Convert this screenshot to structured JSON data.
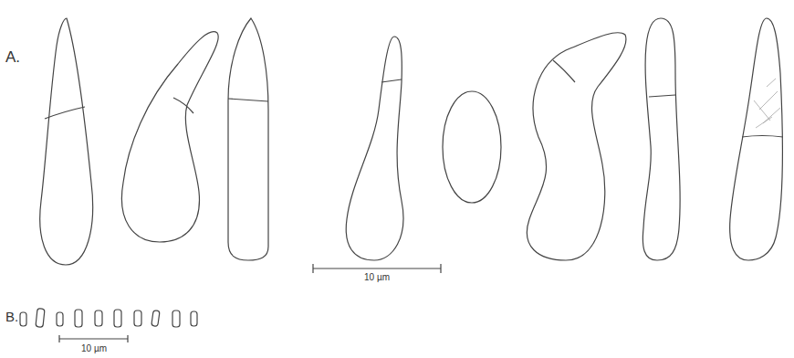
{
  "diagram": {
    "labels": [
      "A.",
      "10 µm",
      "B.",
      "10 µm"
    ]
  }
}
